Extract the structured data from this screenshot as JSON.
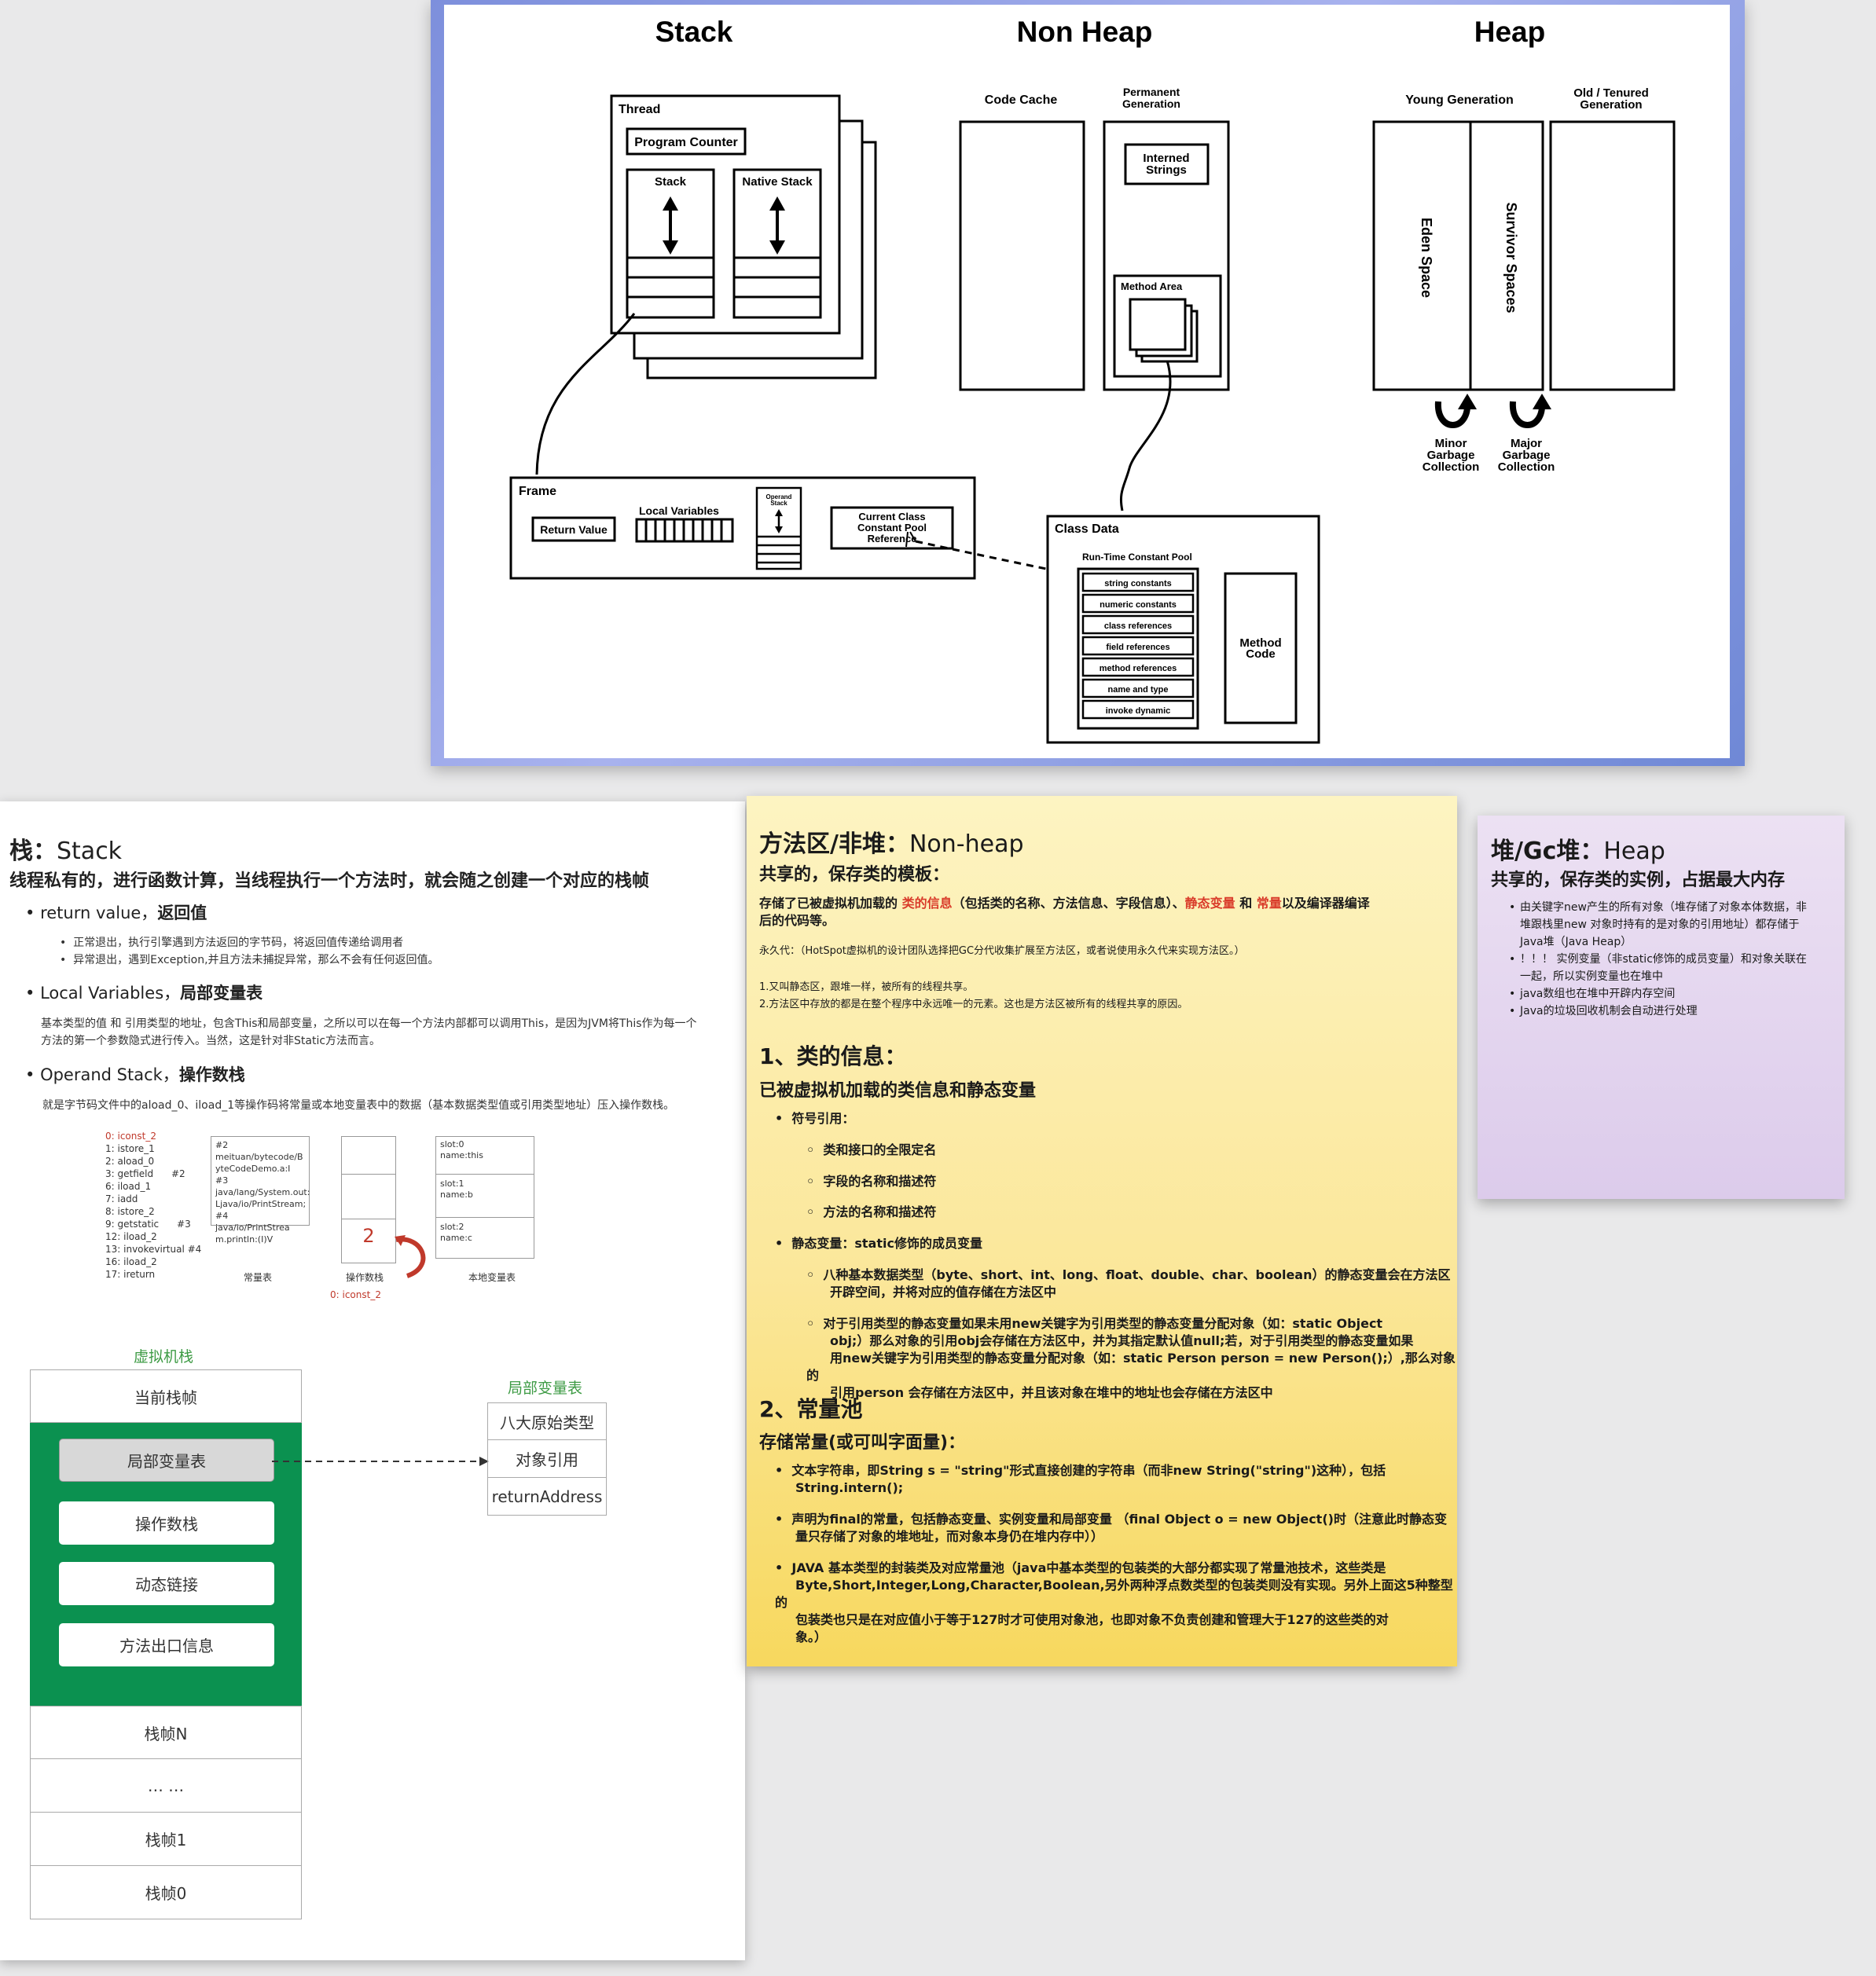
{
  "top_diagram": {
    "titles": {
      "stack": "Stack",
      "non_heap": "Non Heap",
      "heap": "Heap"
    },
    "thread": {
      "label": "Thread",
      "program_counter": "Program Counter",
      "stack": "Stack",
      "native_stack": "Native Stack"
    },
    "non_heap": {
      "code_cache": "Code Cache",
      "permanent_gen_1": "Permanent",
      "permanent_gen_2": "Generation",
      "interned_1": "Interned",
      "interned_2": "Strings",
      "method_area": "Method Area"
    },
    "heap": {
      "young": "Young Generation",
      "old_1": "Old / Tenured",
      "old_2": "Generation",
      "eden": "Eden Space",
      "survivor": "Survivor Spaces",
      "minor_1": "Minor",
      "minor_2": "Garbage",
      "minor_3": "Collection",
      "major_1": "Major",
      "major_2": "Garbage",
      "major_3": "Collection"
    },
    "frame": {
      "label": "Frame",
      "return_value": "Return Value",
      "local_variables": "Local Variables",
      "operand_1": "Operand",
      "operand_2": "Stack",
      "ccp_1": "Current Class",
      "ccp_2": "Constant Pool",
      "ccp_3": "Reference"
    },
    "class_data": {
      "label": "Class Data",
      "rtcp": "Run-Time Constant Pool",
      "items": [
        "string constants",
        "numeric constants",
        "class references",
        "field references",
        "method references",
        "name and type",
        "invoke dynamic"
      ],
      "method_code_1": "Method",
      "method_code_2": "Code"
    }
  },
  "stack_note": {
    "title_cn": "栈：",
    "title_en": "Stack",
    "subtitle": "线程私有的，进行函数计算，当线程执行一个方法时，就会随之创建一个对应的栈帧",
    "return_value": {
      "en": "return value，",
      "cn": "返回值",
      "items": [
        "正常退出，执行引擎遇到方法返回的字节码，将返回值传递给调用者",
        "异常退出，遇到Exception,并且方法未捕捉异常，那么不会有任何返回值。"
      ]
    },
    "local_vars": {
      "en": "Local Variables，",
      "cn": "局部变量表",
      "desc1": "基本类型的值 和 引用类型的地址，包含This和局部变量，之所以可以在每一个方法内部都可以调用This，是因为JVM将This作为每一个",
      "desc2": "方法的第一个参数隐式进行传入。当然，这是针对非Static方法而言。"
    },
    "operand": {
      "en": "Operand Stack，",
      "cn": "操作数栈",
      "desc": "就是字节码文件中的aload_0、iload_1等操作码将常量或本地变量表中的数据（基本数据类型值或引用类型地址）压入操作数栈。"
    },
    "bytecode": [
      "0: iconst_2",
      "1: istore_1",
      "2: aload_0",
      "3: getfield      #2",
      "6: iload_1",
      "7: iadd",
      "8: istore_2",
      "9: getstatic      #3",
      "12: iload_2",
      "13: invokevirtual #4",
      "16: iload_2",
      "17: ireturn"
    ],
    "constant_pool": [
      "#2",
      "meituan/bytecode/B",
      "yteCodeDemo.a:I",
      "#3",
      "java/lang/System.out:",
      "Ljava/io/PrintStream;",
      "#4",
      "java/io/PrintStrea",
      "m.println:(I)V"
    ],
    "constant_pool_label": "常量表",
    "operand_value": "2",
    "operand_label": "操作数栈",
    "operand_caption": "0: iconst_2",
    "local_slots": [
      [
        "slot:0",
        "name:this"
      ],
      [
        "slot:1",
        "name:b"
      ],
      [
        "slot:2",
        "name:c"
      ]
    ],
    "local_label": "本地变量表",
    "jvm_stack": {
      "title": "虚拟机栈",
      "current_frame": "当前栈帧",
      "inner": [
        "局部变量表",
        "操作数栈",
        "动态链接",
        "方法出口信息"
      ],
      "frames": [
        "栈帧N",
        "… …",
        "栈帧1",
        "栈帧0"
      ],
      "lvt_title": "局部变量表",
      "lvt_items": [
        "八大原始类型",
        "对象引用",
        "returnAddress"
      ]
    }
  },
  "nonheap_note": {
    "title_cn": "方法区/非堆：",
    "title_en": "Non-heap",
    "subtitle": "共享的，保存类的模板：",
    "p1_a": "存储了已被虚拟机加载的 ",
    "p1_red1": "类的信息",
    "p1_b": "（包括类的名称、方法信息、字段信息）、",
    "p1_red2": "静态变量",
    "p1_c": " 和 ",
    "p1_red3": "常量",
    "p1_d": "以及编译器编译",
    "p1_e": "后的代码等。",
    "perm": "永久代：（HotSpot虚拟机的设计团队选择把GC分代收集扩展至方法区，或者说使用永久代来实现方法区。）",
    "n1": "1.又叫静态区，跟堆一样，被所有的线程共享。",
    "n2": "2.方法区中存放的都是在整个程序中永远唯一的元素。这也是方法区被所有的线程共享的原因。",
    "s1_title": "1、类的信息：",
    "s1_sub": "已被虚拟机加载的类信息和静态变量",
    "sym": "符号引用：",
    "sym_items": [
      "类和接口的全限定名",
      "字段的名称和描述符",
      "方法的名称和描述符"
    ],
    "static": "静态变量：static修饰的成员变量",
    "static_a1": "八种基本数据类型（byte、short、int、long、float、double、char、boolean）的静态变量会在方法区",
    "static_a2": "开辟空间，并将对应的值存储在方法区中",
    "static_b1": "对于引用类型的静态变量如果未用new关键字为引用类型的静态变量分配对象（如：static Object",
    "static_b2": "obj;）那么对象的引用obj会存储在方法区中，并为其指定默认值null;若，对于引用类型的静态变量如果",
    "static_b3": "用new关键字为引用类型的静态变量分配对象（如：static Person person = new Person();）,那么对象的",
    "static_b4": "引用person 会存储在方法区中，并且该对象在堆中的地址也会存储在方法区中",
    "s2_title": "2、常量池",
    "s2_sub": "存储常量(或可叫字面量)：",
    "c1_1": "文本字符串，即String s = \"string\"形式直接创建的字符串（而非new String(\"string\")这种），包括",
    "c1_2": "String.intern();",
    "c2_1": "声明为final的常量，包括静态变量、实例变量和局部变量 （final Object o = new Object()时（注意此时静态变",
    "c2_2": "量只存储了对象的堆地址，而对象本身仍在堆内存中））",
    "c3_1": "JAVA 基本类型的封装类及对应常量池（java中基本类型的包装类的大部分都实现了常量池技术，这些类是",
    "c3_2": "Byte,Short,Integer,Long,Character,Boolean,另外两种浮点数类型的包装类则没有实现。另外上面这5种整型的",
    "c3_3": "包装类也只是在对应值小于等于127时才可使用对象池，也即对象不负责创建和管理大于127的这些类的对",
    "c3_4": "象。）"
  },
  "heap_note": {
    "title_cn": "堆/Gc堆：",
    "title_en": "Heap",
    "subtitle": "共享的，保存类的实例，占据最大内存",
    "items": [
      [
        "由关键字new产生的所有对象（堆存储了对象本体数据，非",
        "堆跟栈里new 对象时持有的是对象的引用地址）都存储于",
        "Java堆（Java Heap）"
      ],
      [
        "！！！ 实例变量（非static修饰的成员变量）和对象关联在",
        "一起，所以实例变量也在堆中"
      ],
      [
        "java数组也在堆中开辟内存空间"
      ],
      [
        "Java的垃圾回收机制会自动进行处理"
      ]
    ]
  }
}
